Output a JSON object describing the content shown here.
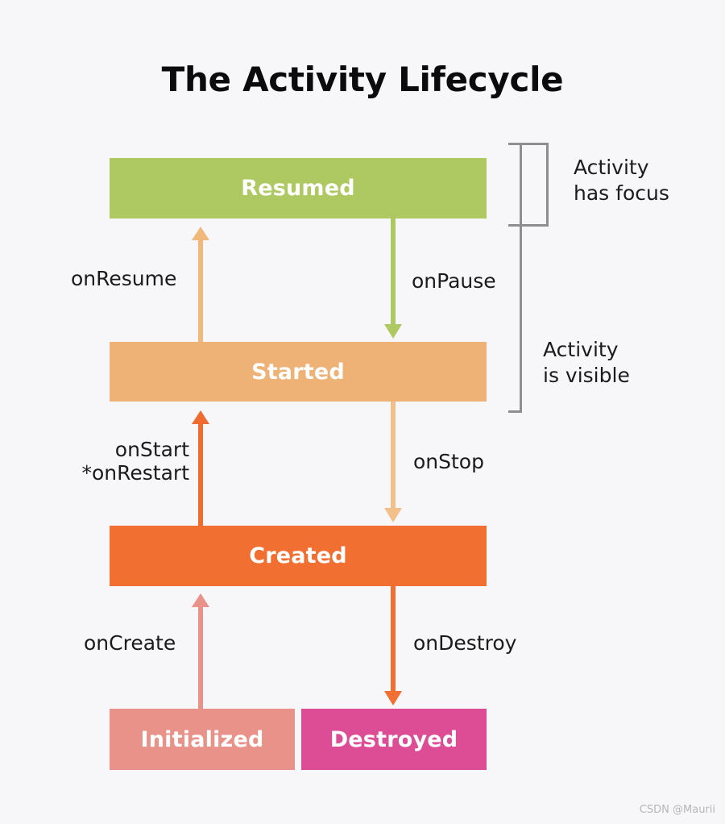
{
  "page": {
    "title": "The Activity Lifecycle",
    "background_color": "#f7f6f8",
    "watermark": "CSDN @Maurii"
  },
  "diagram": {
    "type": "state-lifecycle-diagram",
    "states": [
      {
        "id": "resumed",
        "label": "Resumed",
        "color": "#aec961",
        "text_color": "#ffffff"
      },
      {
        "id": "started",
        "label": "Started",
        "color": "#efb276",
        "text_color": "#ffffff"
      },
      {
        "id": "created",
        "label": "Created",
        "color": "#f26f32",
        "text_color": "#ffffff"
      },
      {
        "id": "initialized",
        "label": "Initialized",
        "color": "#e8928a",
        "text_color": "#ffffff"
      },
      {
        "id": "destroyed",
        "label": "Destroyed",
        "color": "#dd4d96",
        "text_color": "#ffffff"
      }
    ],
    "transitions": [
      {
        "id": "onresume",
        "label": "onResume",
        "from": "started",
        "to": "resumed",
        "direction": "up",
        "color": "#f0b87a"
      },
      {
        "id": "onpause",
        "label": "onPause",
        "from": "resumed",
        "to": "started",
        "direction": "down",
        "color": "#aec961"
      },
      {
        "id": "onstart",
        "label": "onStart\n*onRestart",
        "from": "created",
        "to": "started",
        "direction": "up",
        "color": "#ef6c31"
      },
      {
        "id": "onstop",
        "label": "onStop",
        "from": "started",
        "to": "created",
        "direction": "down",
        "color": "#f3c08a"
      },
      {
        "id": "oncreate",
        "label": "onCreate",
        "from": "initialized",
        "to": "created",
        "direction": "up",
        "color": "#e8928a"
      },
      {
        "id": "ondestroy",
        "label": "onDestroy",
        "from": "created",
        "to": "destroyed",
        "direction": "down",
        "color": "#f26f32"
      }
    ],
    "annotations": [
      {
        "id": "has-focus",
        "label": "Activity\nhas focus",
        "covers": [
          "resumed"
        ],
        "bracket_color": "#8e8e8e"
      },
      {
        "id": "is-visible",
        "label": "Activity\nis visible",
        "covers": [
          "resumed",
          "started"
        ],
        "bracket_color": "#8e8e8e"
      }
    ]
  }
}
